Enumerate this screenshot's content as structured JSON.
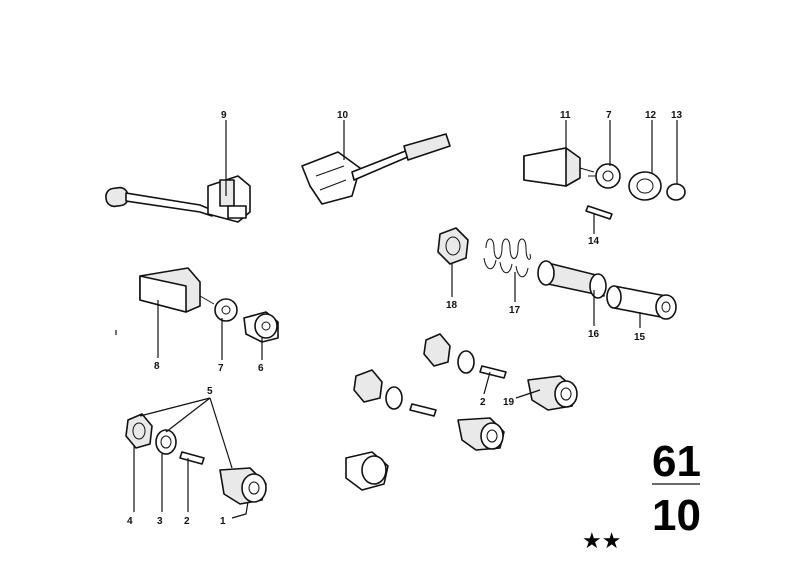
{
  "labels": [
    {
      "id": "9",
      "text": "9"
    },
    {
      "id": "10",
      "text": "10"
    },
    {
      "id": "11",
      "text": "11"
    },
    {
      "id": "7a",
      "text": "7"
    },
    {
      "id": "12",
      "text": "12"
    },
    {
      "id": "13",
      "text": "13"
    },
    {
      "id": "14",
      "text": "14"
    },
    {
      "id": "18",
      "text": "18"
    },
    {
      "id": "17",
      "text": "17"
    },
    {
      "id": "16",
      "text": "16"
    },
    {
      "id": "15",
      "text": "15"
    },
    {
      "id": "8",
      "text": "8"
    },
    {
      "id": "7b",
      "text": "7"
    },
    {
      "id": "6",
      "text": "6"
    },
    {
      "id": "5",
      "text": "5"
    },
    {
      "id": "2a",
      "text": "2"
    },
    {
      "id": "19",
      "text": "19"
    },
    {
      "id": "4",
      "text": "4"
    },
    {
      "id": "3",
      "text": "3"
    },
    {
      "id": "2b",
      "text": "2"
    },
    {
      "id": "1",
      "text": "1"
    }
  ],
  "group_code": {
    "top": "61",
    "bottom": "10"
  },
  "rating": "★★"
}
